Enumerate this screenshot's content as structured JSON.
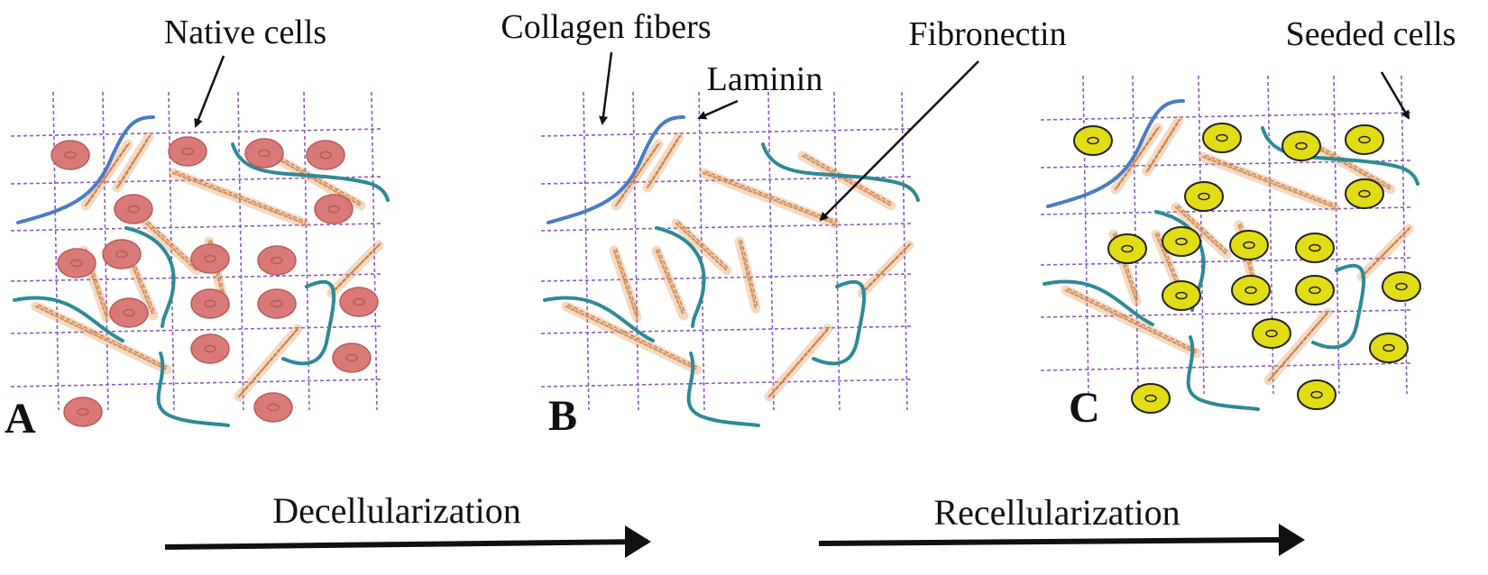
{
  "labels": {
    "native_cells": "Native cells",
    "collagen_fibers": "Collagen fibers",
    "laminin": "Laminin",
    "fibronectin": "Fibronectin",
    "seeded_cells": "Seeded cells"
  },
  "panels": [
    {
      "letter": "A"
    },
    {
      "letter": "B"
    },
    {
      "letter": "C"
    }
  ],
  "steps": {
    "decellularization": "Decellularization",
    "recellularization": "Recellularization"
  },
  "colors": {
    "grid": "#8a5cc4",
    "laminin_blue": "#4a7cc4",
    "fiber_teal": "#2e8a96",
    "collagen": "#d9955a",
    "native_cell_fill": "#d97a78",
    "native_cell_stroke": "#b85a5a",
    "seeded_cell_fill": "#e2dc14",
    "seeded_cell_stroke": "#222222",
    "arrow": "#111111"
  }
}
